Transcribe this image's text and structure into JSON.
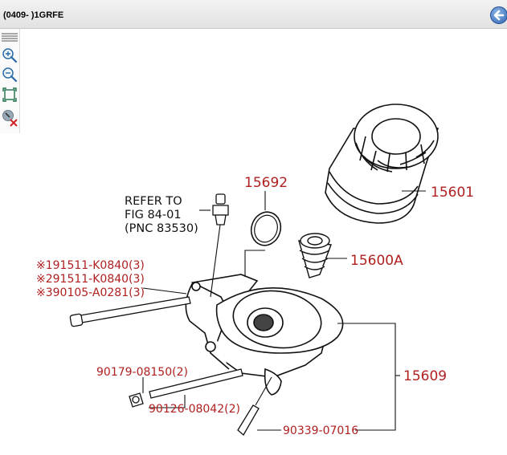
{
  "header": {
    "title": "(0409- )1GRFE"
  },
  "toolbar": [
    {
      "name": "menu-icon"
    },
    {
      "name": "zoom-in-icon"
    },
    {
      "name": "zoom-out-icon"
    },
    {
      "name": "fit-to-screen-icon"
    },
    {
      "name": "clear-selection-icon"
    }
  ],
  "diagram": {
    "refer_note": [
      "REFER TO",
      "FIG 84-01",
      "(PNC 83530)"
    ],
    "parts": {
      "p15692": "15692",
      "p15601": "15601",
      "p15600A": "15600A",
      "p15609": "15609",
      "p1": "※191511-K0840(3)",
      "p2": "※291511-K0840(3)",
      "p3": "※390105-A0281(3)",
      "p90179": "90179-08150(2)",
      "p90126": "90126-08042(2)",
      "p90339": "90339-07016"
    }
  },
  "colors": {
    "part_link": "#b02020",
    "line": "#111111",
    "back_button": "#2d64b3"
  }
}
